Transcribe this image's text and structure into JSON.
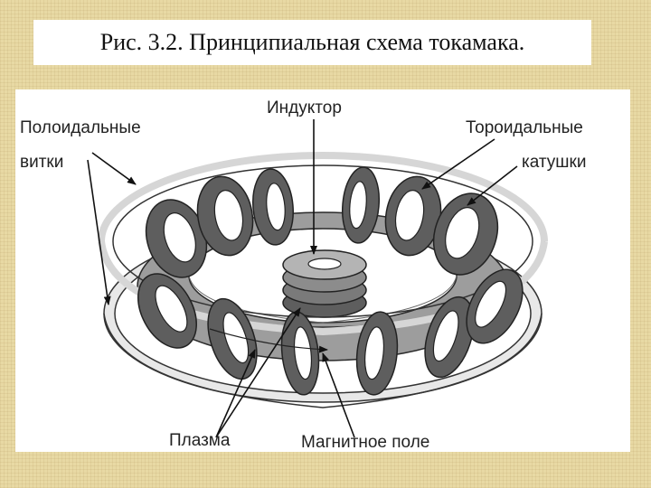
{
  "caption": "Рис. 3.2. Принципиальная схема токамака.",
  "labels": {
    "poloidal_line1": "Полоидальные",
    "poloidal_line2": "витки",
    "inductor": "Индуктор",
    "toroidal_line1": "Тороидальные",
    "toroidal_line2": "катушки",
    "plasma": "Плазма",
    "magnetic_field": "Магнитное поле"
  },
  "colors": {
    "page_background": "#e8d9a4",
    "coil_dark": "#5e5e5e",
    "coil_light": "#a8a8a8",
    "ring_fill": "#e6e6e6",
    "outline": "#2a2a2a"
  }
}
